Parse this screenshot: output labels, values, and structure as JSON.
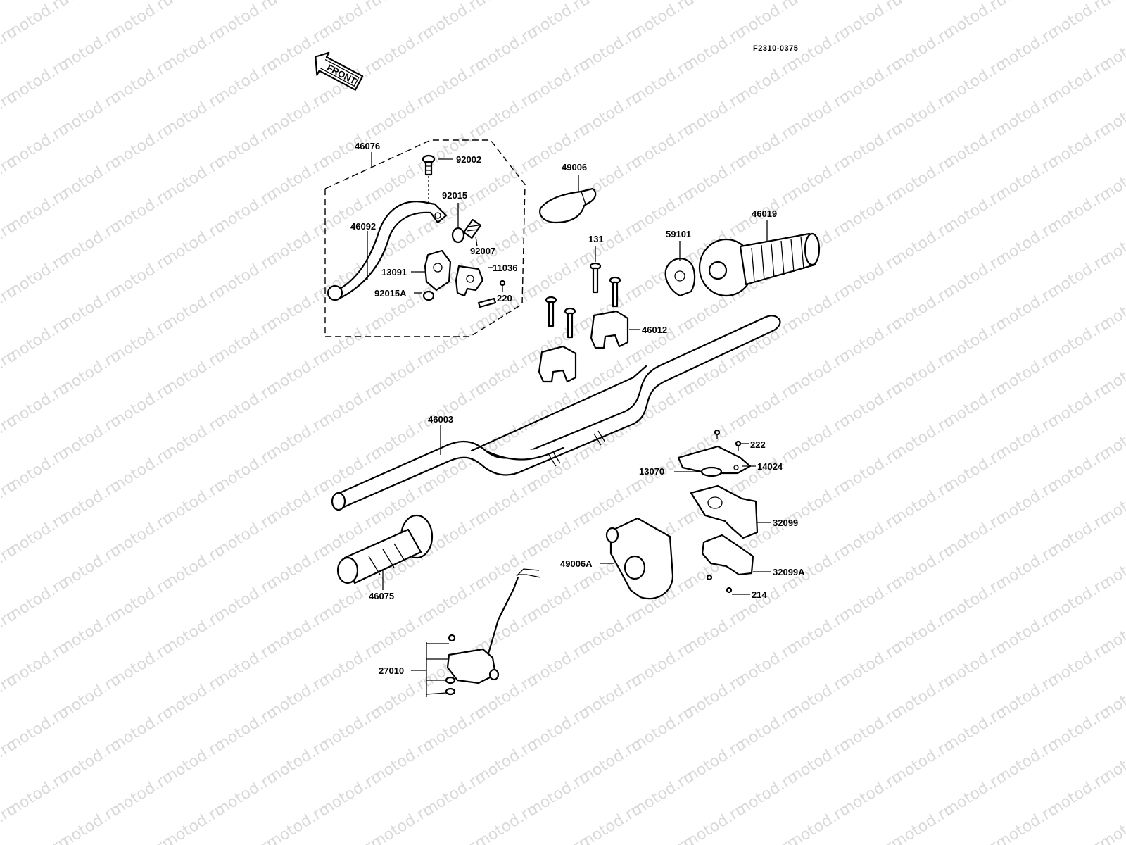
{
  "diagram": {
    "code": "F2310-0375",
    "front_label": "FRONT",
    "watermark": "motod.ru",
    "callouts": {
      "c46076": "46076",
      "c92002": "92002",
      "c92015": "92015",
      "c46092": "46092",
      "c92007": "92007",
      "c13091": "13091",
      "c11036": "11036",
      "c92015A": "92015A",
      "c220": "220",
      "c49006": "49006",
      "c131": "131",
      "c59101": "59101",
      "c46019": "46019",
      "c46012": "46012",
      "c46003": "46003",
      "c222": "222",
      "c14024": "14024",
      "c13070": "13070",
      "c32099": "32099",
      "c49006A": "49006A",
      "c32099A": "32099A",
      "c214": "214",
      "c46075": "46075",
      "c27010": "27010"
    }
  }
}
